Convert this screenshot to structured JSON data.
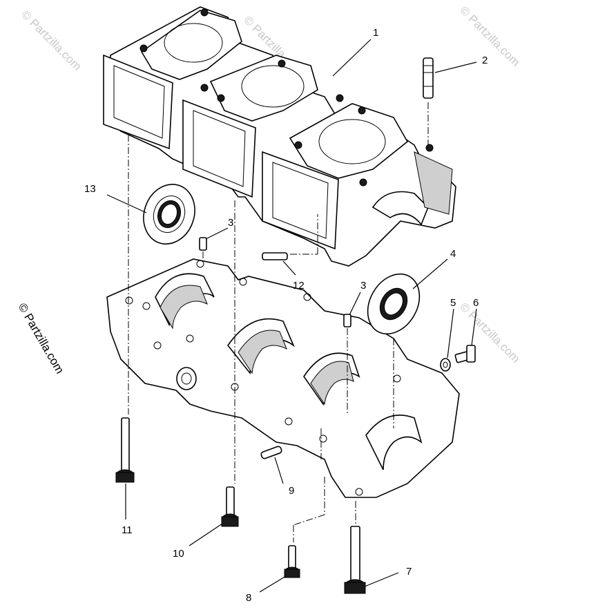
{
  "watermarks": {
    "diagonal": "© Partzilla.com",
    "side": "© Partzilla.com"
  },
  "callouts": [
    "1",
    "2",
    "3",
    "3",
    "4",
    "5",
    "6",
    "7",
    "8",
    "9",
    "10",
    "11",
    "12",
    "13"
  ]
}
